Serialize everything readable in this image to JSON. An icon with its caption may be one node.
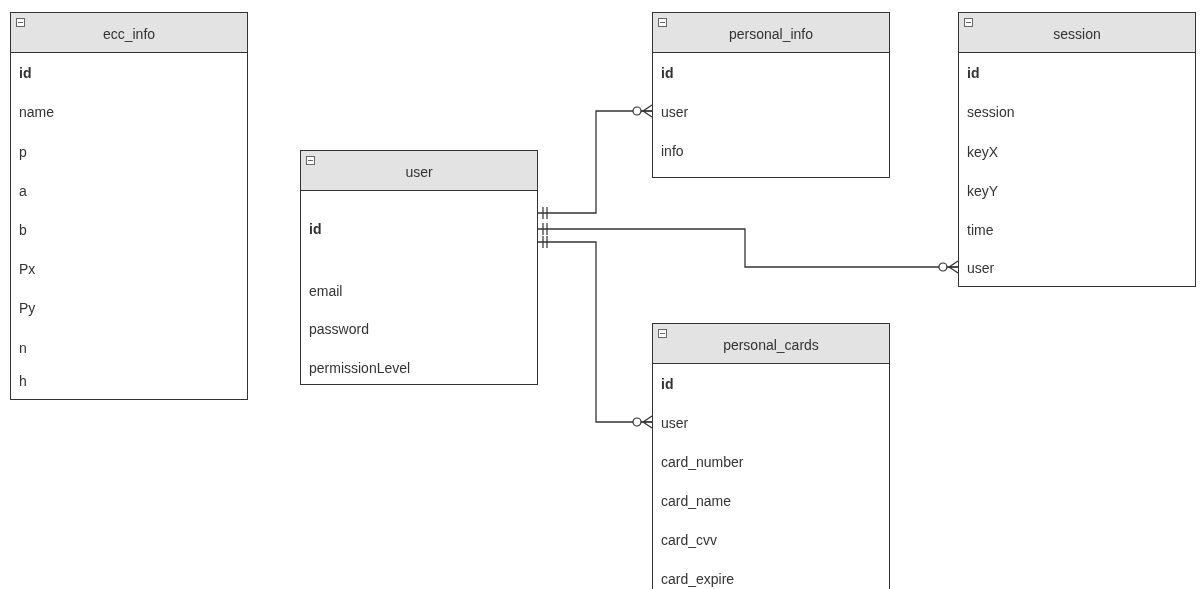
{
  "diagram": {
    "nodes": [
      {
        "text": [
          "ecc_info",
          "id",
          "name",
          "p",
          "a",
          "b",
          "Px",
          "Py",
          "n",
          "h"
        ]
      },
      {
        "text": [
          "user",
          "id",
          "email",
          "password",
          "permissionLevel"
        ]
      },
      {
        "text": [
          "personal_info",
          "id",
          "user",
          "info"
        ]
      },
      {
        "text": [
          "session",
          "id",
          "session",
          "keyX",
          "keyY",
          "time",
          "user"
        ]
      },
      {
        "text": [
          "personal_cards",
          "id",
          "user",
          "card_number",
          "card_name",
          "card_cvv",
          "card_expire"
        ]
      }
    ],
    "edges": [
      {
        "from": 1,
        "to": 2,
        "arrow": "other"
      },
      {
        "from": 1,
        "to": 3,
        "arrow": "other"
      },
      {
        "from": 1,
        "to": 4,
        "arrow": "other"
      }
    ]
  }
}
